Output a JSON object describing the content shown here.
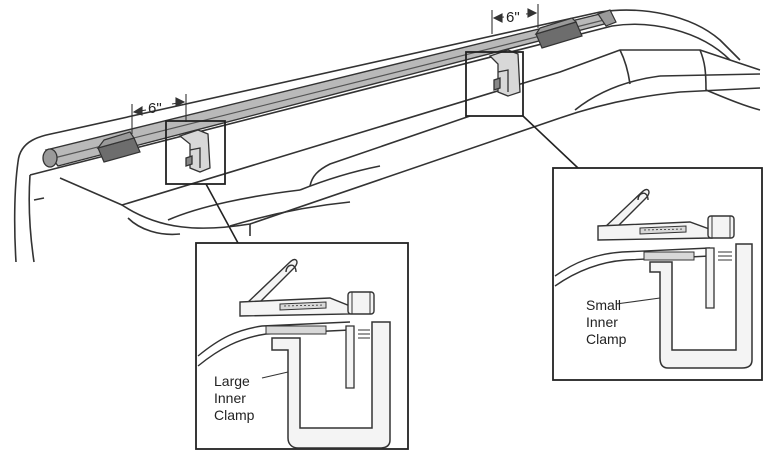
{
  "diagram": {
    "dimensions": {
      "left_spacing": "6\"",
      "right_spacing": "6\""
    },
    "callouts": {
      "large": {
        "lines": [
          "Large",
          "Inner",
          "Clamp"
        ]
      },
      "small": {
        "lines": [
          "Small",
          "Inner",
          "Clamp"
        ]
      }
    },
    "colors": {
      "ink": "#222222",
      "rail": "#b9b9b9",
      "clamp_fill": "#f4f4f4",
      "background": "#ffffff"
    }
  }
}
